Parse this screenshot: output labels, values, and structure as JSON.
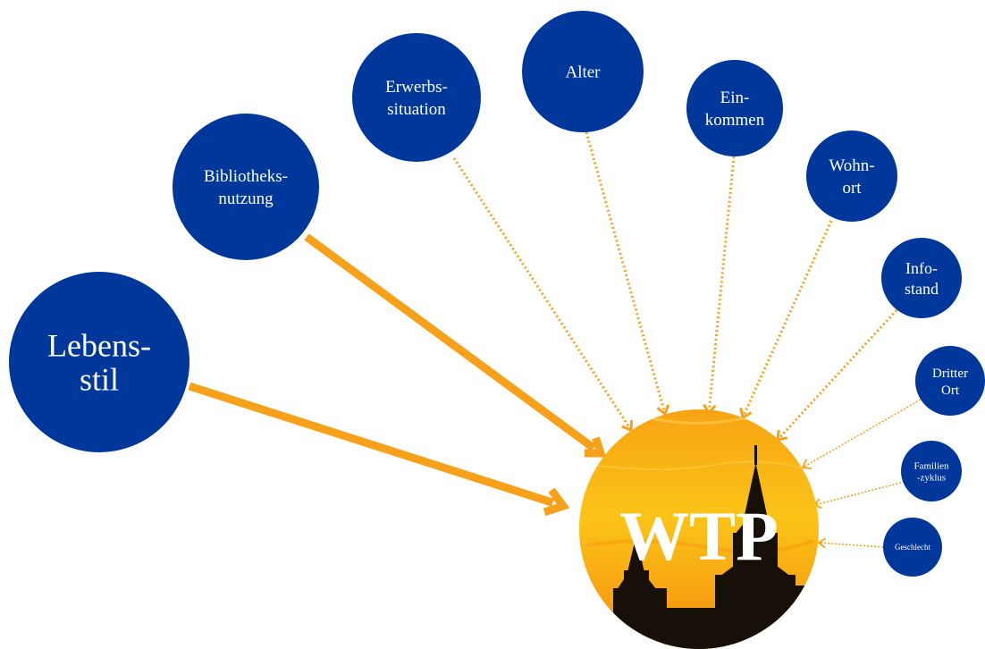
{
  "diagram": {
    "center": {
      "label": "WTP",
      "colors": {
        "sky_top": "#f7a313",
        "sky_mid": "#fbc417",
        "sky_bottom": "#f58c0e",
        "silhouette": "#161008"
      }
    },
    "node_color": "#00379b",
    "arrow_color": "#f7a11a",
    "factors": [
      {
        "id": "lebensstil",
        "lines": [
          "Lebens-",
          "stil"
        ],
        "link": "strong"
      },
      {
        "id": "bibliotheksnutzung",
        "lines": [
          "Bibliotheks-",
          "nutzung"
        ],
        "link": "strong"
      },
      {
        "id": "erwerbssituation",
        "lines": [
          "Erwerbs-",
          "situation"
        ],
        "link": "dotted"
      },
      {
        "id": "alter",
        "lines": [
          "Alter"
        ],
        "link": "dotted"
      },
      {
        "id": "einkommen",
        "lines": [
          "Ein-",
          "kommen"
        ],
        "link": "dotted"
      },
      {
        "id": "wohnort",
        "lines": [
          "Wohn-",
          "ort"
        ],
        "link": "dotted"
      },
      {
        "id": "infostand",
        "lines": [
          "Info-",
          "stand"
        ],
        "link": "dotted"
      },
      {
        "id": "dritter-ort",
        "lines": [
          "Dritter",
          "Ort"
        ],
        "link": "dotted-thin"
      },
      {
        "id": "familienzyklus",
        "lines": [
          "Familien",
          "-zyklus"
        ],
        "link": "dotted-thin"
      },
      {
        "id": "geschlecht",
        "lines": [
          "Geschlecht"
        ],
        "link": "dotted-thin"
      }
    ]
  }
}
